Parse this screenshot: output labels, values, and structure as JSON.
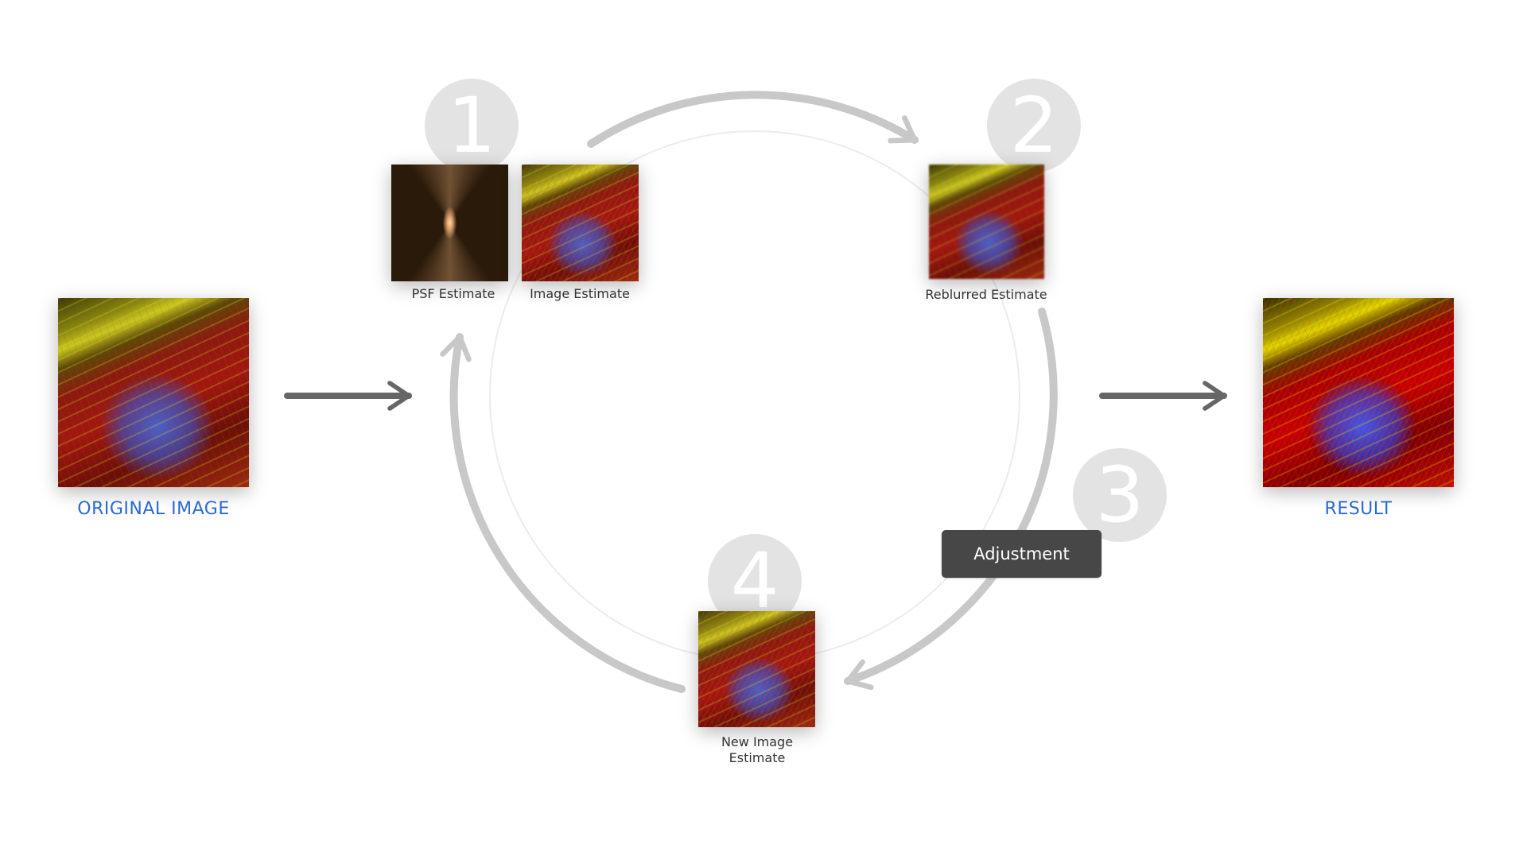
{
  "original": {
    "label": "ORIGINAL IMAGE"
  },
  "result": {
    "label": "RESULT"
  },
  "steps": [
    {
      "number": "1",
      "images": [
        "PSF Estimate",
        "Image Estimate"
      ]
    },
    {
      "number": "2",
      "images": [
        "Reblurred Estimate"
      ]
    },
    {
      "number": "3",
      "button": "Adjustment"
    },
    {
      "number": "4",
      "images": [
        "New Image",
        "Estimate"
      ]
    }
  ],
  "colors": {
    "label_blue": "#2a6ad0",
    "arc_gray": "#c8c8c8",
    "arrow_gray": "#666666",
    "button_bg": "#474747",
    "badge_gray": "#e3e3e3"
  }
}
